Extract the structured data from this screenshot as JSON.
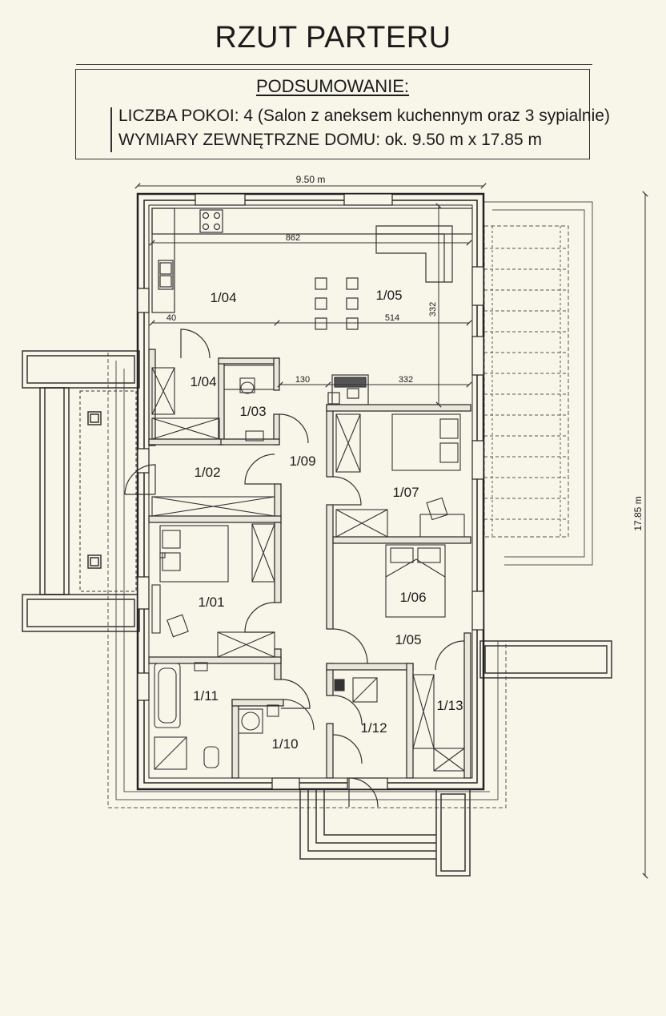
{
  "title": "RZUT PARTERU",
  "summary": {
    "heading": "PODSUMOWANIE:",
    "rooms_line": "LICZBA POKOI: 4 (Salon z aneksem kuchennym oraz 3 sypialnie)",
    "dims_line": "WYMIARY ZEWNĘTRZNE DOMU: ok. 9.50 m x 17.85 m"
  },
  "plan": {
    "width_label": "9.50 m",
    "length_label": "17.85 m",
    "dimensions": {
      "d862": "862",
      "d332_vertical": "332",
      "d40": "40",
      "d514": "514",
      "d130": "130",
      "d332": "332"
    },
    "rooms": {
      "r104_kitchen": "1/04",
      "r105_living": "1/05",
      "r104_small": "1/04",
      "r103": "1/03",
      "r102": "1/02",
      "r109": "1/09",
      "r107": "1/07",
      "r101": "1/01",
      "r106": "1/06",
      "r105_hall": "1/05",
      "r111": "1/11",
      "r113": "1/13",
      "r112": "1/12",
      "r110": "1/10"
    }
  },
  "colors": {
    "background": "#f8f5e9",
    "line": "#2a2a2a",
    "wall_fill": "#e9e6da"
  }
}
